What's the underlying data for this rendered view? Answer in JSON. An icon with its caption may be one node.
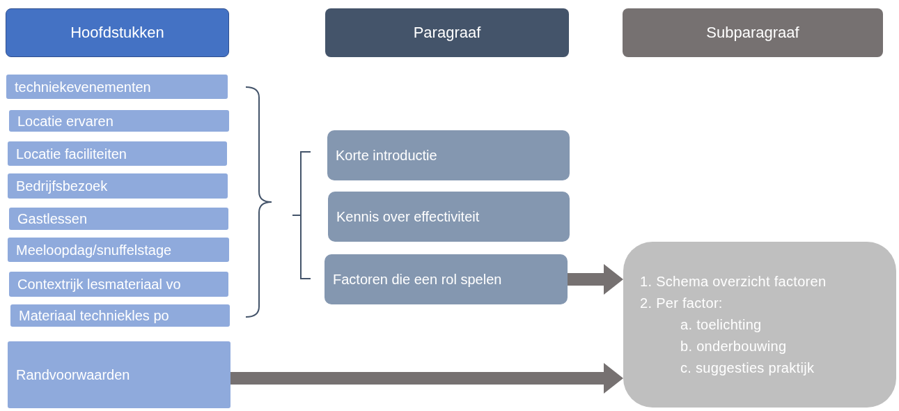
{
  "diagram": {
    "nodes": [
      {
        "text": [
          "Hoofdstukken"
        ]
      },
      {
        "text": [
          "Paragraaf"
        ]
      },
      {
        "text": [
          "Subparagraaf"
        ]
      },
      {
        "text": [
          "techniekevenementen"
        ]
      },
      {
        "text": [
          "Locatie ervaren"
        ]
      },
      {
        "text": [
          "Locatie faciliteiten"
        ]
      },
      {
        "text": [
          "Bedrijfsbezoek"
        ]
      },
      {
        "text": [
          "Gastlessen"
        ]
      },
      {
        "text": [
          "Meeloopdag/snuffelstage"
        ]
      },
      {
        "text": [
          "Contextrijk lesmateriaal vo"
        ]
      },
      {
        "text": [
          "Materiaal techniekles po"
        ]
      },
      {
        "text": [
          "Randvoorwaarden"
        ]
      },
      {
        "text": [
          "Korte introductie"
        ]
      },
      {
        "text": [
          "Kennis over effectiviteit"
        ]
      },
      {
        "text": [
          "Factoren die een rol spelen"
        ]
      },
      {
        "text": [
          "1. Schema overzicht factoren",
          "2. Per factor:",
          "a. toelichting",
          "b. onderbouwing",
          "c. suggesties praktijk"
        ]
      }
    ],
    "edges": [
      {
        "from": 14,
        "to": 15,
        "arrow": "to",
        "style": "thick",
        "color": "#767171"
      },
      {
        "from": 11,
        "to": 15,
        "arrow": "to",
        "style": "thick",
        "color": "#767171"
      }
    ]
  }
}
